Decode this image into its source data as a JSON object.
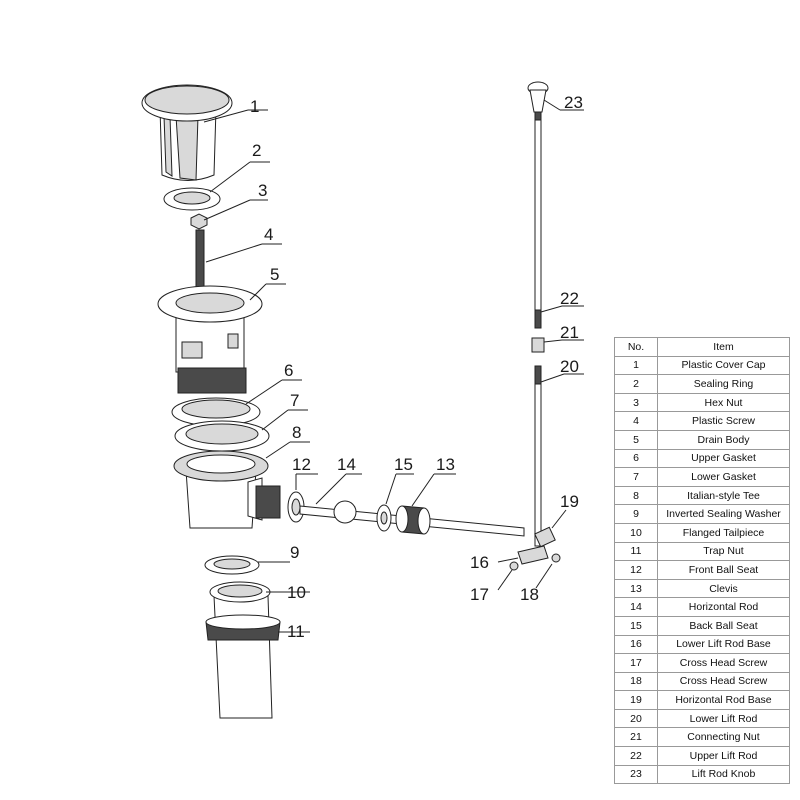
{
  "table": {
    "header": {
      "no": "No.",
      "item": "Item"
    },
    "rows": [
      {
        "no": "1",
        "item": "Plastic Cover Cap"
      },
      {
        "no": "2",
        "item": "Sealing Ring"
      },
      {
        "no": "3",
        "item": "Hex Nut"
      },
      {
        "no": "4",
        "item": "Plastic Screw"
      },
      {
        "no": "5",
        "item": "Drain Body"
      },
      {
        "no": "6",
        "item": "Upper Gasket"
      },
      {
        "no": "7",
        "item": "Lower Gasket"
      },
      {
        "no": "8",
        "item": "Italian-style Tee"
      },
      {
        "no": "9",
        "item": "Inverted Sealing Washer"
      },
      {
        "no": "10",
        "item": "Flanged Tailpiece"
      },
      {
        "no": "11",
        "item": "Trap Nut"
      },
      {
        "no": "12",
        "item": "Front Ball Seat"
      },
      {
        "no": "13",
        "item": "Clevis"
      },
      {
        "no": "14",
        "item": "Horizontal Rod"
      },
      {
        "no": "15",
        "item": "Back Ball Seat"
      },
      {
        "no": "16",
        "item": "Lower Lift Rod Base"
      },
      {
        "no": "17",
        "item": "Cross Head Screw"
      },
      {
        "no": "18",
        "item": "Cross Head Screw"
      },
      {
        "no": "19",
        "item": "Horizontal Rod Base"
      },
      {
        "no": "20",
        "item": "Lower Lift Rod"
      },
      {
        "no": "21",
        "item": "Connecting Nut"
      },
      {
        "no": "22",
        "item": "Upper Lift Rod"
      },
      {
        "no": "23",
        "item": "Lift Rod Knob"
      }
    ]
  },
  "callouts": [
    "1",
    "2",
    "3",
    "4",
    "5",
    "6",
    "7",
    "8",
    "9",
    "10",
    "11",
    "12",
    "13",
    "14",
    "15",
    "16",
    "17",
    "18",
    "19",
    "20",
    "21",
    "22",
    "23"
  ]
}
